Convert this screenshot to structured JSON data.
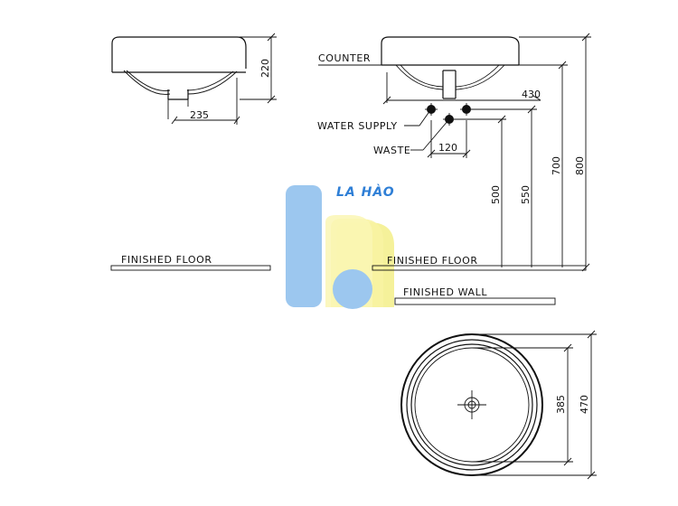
{
  "labels": {
    "counter": "COUNTER",
    "water_supply": "WATER SUPPLY",
    "waste": "WASTE",
    "finished_floor_left": "FINISHED FLOOR",
    "finished_floor_right": "FINISHED FLOOR",
    "finished_wall": "FINISHED WALL"
  },
  "dimensions": {
    "side_height": "220",
    "side_width": "235",
    "front_depth": "430",
    "supply_waste_spacing": "120",
    "waste_height": "500",
    "supply_height": "550",
    "counter_height": "700",
    "total_height": "800",
    "inner_diameter": "385",
    "outer_diameter": "470"
  },
  "watermark": {
    "text": "LA HÀO",
    "colors": {
      "blue": "#9cc7ef",
      "yellow": "#f8f3a2",
      "text": "#2f7fd6"
    }
  }
}
